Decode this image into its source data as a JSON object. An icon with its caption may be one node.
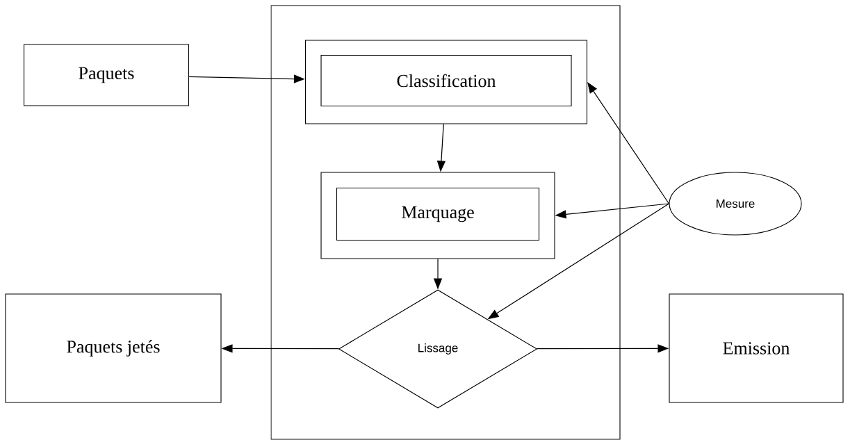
{
  "diagram": {
    "nodes": [
      {
        "text": [],
        "shape": "box"
      },
      {
        "text": [
          "Paquets"
        ]
      },
      {
        "text": [],
        "shape": "box",
        "in": 0
      },
      {
        "text": [
          "Classification"
        ],
        "in": 2
      },
      {
        "text": [],
        "shape": "box",
        "in": 0
      },
      {
        "text": [
          "Marquage"
        ],
        "in": 4
      },
      {
        "text": [
          "Lissage"
        ],
        "in": 0
      },
      {
        "text": [
          "Mesure"
        ]
      },
      {
        "text": [
          "Paquets jetés"
        ]
      },
      {
        "text": [
          "Emission"
        ]
      }
    ],
    "edges": [
      {
        "from": 1,
        "to": 2,
        "arrow": "to"
      },
      {
        "from": 2,
        "to": 4,
        "arrow": "to"
      },
      {
        "from": 4,
        "to": 6,
        "arrow": "to"
      },
      {
        "from": 6,
        "to": 8,
        "arrow": "to"
      },
      {
        "from": 6,
        "to": 9,
        "arrow": "to"
      },
      {
        "from": 7,
        "to": 2,
        "arrow": "to"
      },
      {
        "from": 7,
        "to": 4,
        "arrow": "to"
      },
      {
        "from": 7,
        "to": 6,
        "arrow": "to"
      }
    ]
  }
}
